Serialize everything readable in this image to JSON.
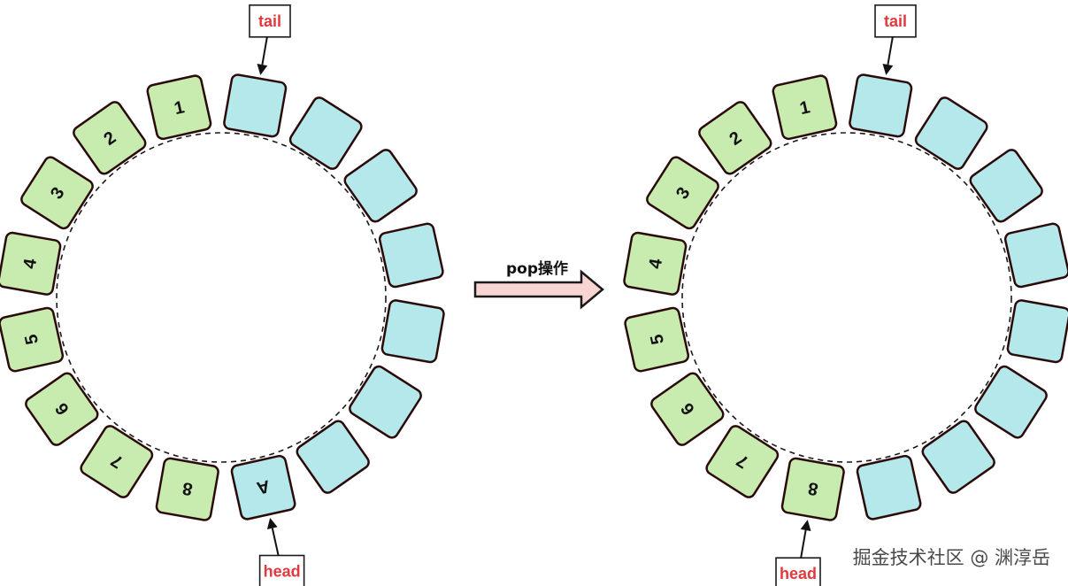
{
  "operation_label": "pop操作",
  "colors": {
    "filled_slot": "#c8ecb0",
    "empty_slot": "#b4e8ea",
    "slot_border": "#2b0a0a",
    "pointer_text": "#e0393e",
    "arrow_fill": "#f8d4d2"
  },
  "watermark": "掘金技术社区 @ 渊淳岳",
  "before": {
    "tail_label": "tail",
    "head_label": "head",
    "slots": [
      {
        "label": "",
        "state": "empty",
        "pointer": "tail"
      },
      {
        "label": "",
        "state": "empty"
      },
      {
        "label": "",
        "state": "empty"
      },
      {
        "label": "",
        "state": "empty"
      },
      {
        "label": "",
        "state": "empty"
      },
      {
        "label": "",
        "state": "empty"
      },
      {
        "label": "",
        "state": "empty"
      },
      {
        "label": "A",
        "state": "empty",
        "pointer": "head"
      },
      {
        "label": "8",
        "state": "filled"
      },
      {
        "label": "7",
        "state": "filled"
      },
      {
        "label": "6",
        "state": "filled"
      },
      {
        "label": "5",
        "state": "filled"
      },
      {
        "label": "4",
        "state": "filled"
      },
      {
        "label": "3",
        "state": "filled"
      },
      {
        "label": "2",
        "state": "filled"
      },
      {
        "label": "1",
        "state": "filled"
      }
    ]
  },
  "after": {
    "tail_label": "tail",
    "head_label": "head",
    "slots": [
      {
        "label": "",
        "state": "empty",
        "pointer": "tail"
      },
      {
        "label": "",
        "state": "empty"
      },
      {
        "label": "",
        "state": "empty"
      },
      {
        "label": "",
        "state": "empty"
      },
      {
        "label": "",
        "state": "empty"
      },
      {
        "label": "",
        "state": "empty"
      },
      {
        "label": "",
        "state": "empty"
      },
      {
        "label": "",
        "state": "empty"
      },
      {
        "label": "8",
        "state": "filled",
        "pointer": "head"
      },
      {
        "label": "7",
        "state": "filled"
      },
      {
        "label": "6",
        "state": "filled"
      },
      {
        "label": "5",
        "state": "filled"
      },
      {
        "label": "4",
        "state": "filled"
      },
      {
        "label": "3",
        "state": "filled"
      },
      {
        "label": "2",
        "state": "filled"
      },
      {
        "label": "1",
        "state": "filled"
      }
    ]
  }
}
